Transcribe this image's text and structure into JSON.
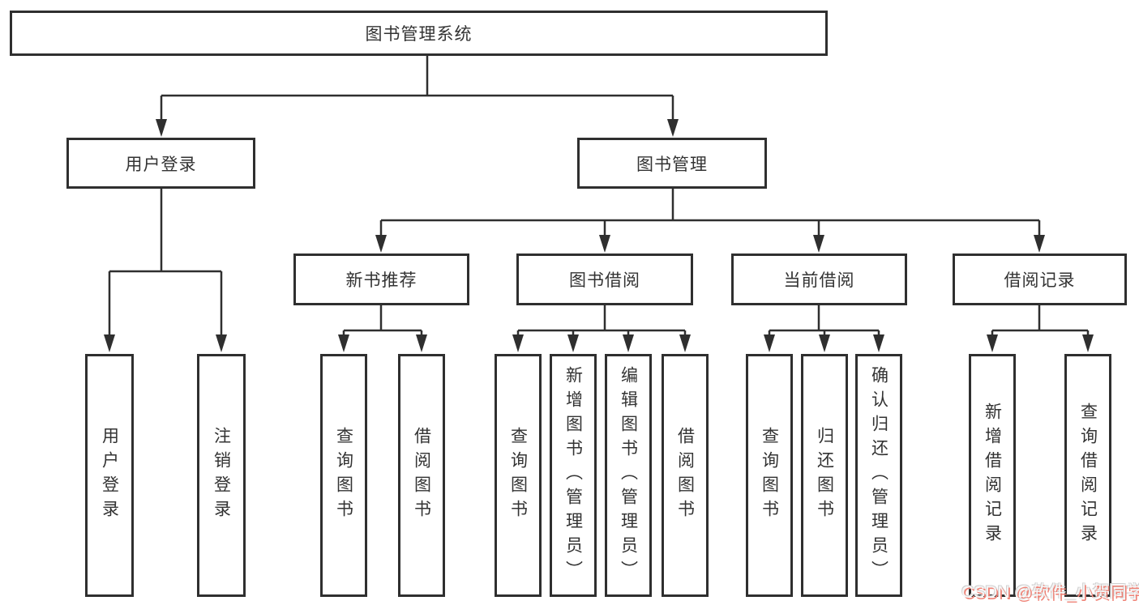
{
  "tree": {
    "label": "图书管理系统",
    "children": [
      {
        "label": "用户登录",
        "children": [
          {
            "label": "用户登录"
          },
          {
            "label": "注销登录"
          }
        ]
      },
      {
        "label": "图书管理",
        "children": [
          {
            "label": "新书推荐",
            "children": [
              {
                "label": "查询图书"
              },
              {
                "label": "借阅图书"
              }
            ]
          },
          {
            "label": "图书借阅",
            "children": [
              {
                "label": "查询图书"
              },
              {
                "label": "新增图书（管理员）"
              },
              {
                "label": "编辑图书（管理员）"
              },
              {
                "label": "借阅图书"
              }
            ]
          },
          {
            "label": "当前借阅",
            "children": [
              {
                "label": "查询图书"
              },
              {
                "label": "归还图书"
              },
              {
                "label": "确认归还（管理员）"
              }
            ]
          },
          {
            "label": "借阅记录",
            "children": [
              {
                "label": "新增借阅记录"
              },
              {
                "label": "查询借阅记录"
              }
            ]
          }
        ]
      }
    ]
  },
  "watermark": {
    "text": "CSDN @软件_小贺同学"
  },
  "colors": {
    "line": "#2f2f2f",
    "box_border": "#2f2f2f",
    "text": "#333333",
    "background": "#ffffff",
    "watermark_shadow": "#ef8276"
  }
}
